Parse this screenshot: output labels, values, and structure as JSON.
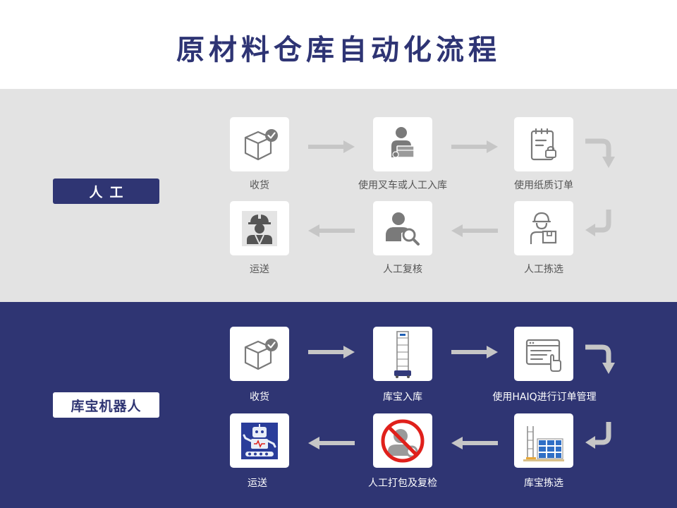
{
  "title": "原材料仓库自动化流程",
  "manual": {
    "badge": "人工",
    "steps": [
      {
        "label": "收货",
        "icon": "box-check-icon"
      },
      {
        "label": "使用叉车或人工入库",
        "icon": "worker-carry-box-icon"
      },
      {
        "label": "使用纸质订单",
        "icon": "paper-clipboard-icon"
      },
      {
        "label": "人工拣选",
        "icon": "worker-picking-icon"
      },
      {
        "label": "人工复核",
        "icon": "person-magnifier-icon"
      },
      {
        "label": "运送",
        "icon": "construction-worker-icon"
      }
    ]
  },
  "robot": {
    "badge": "库宝机器人",
    "steps": [
      {
        "label": "收货",
        "icon": "box-check-icon"
      },
      {
        "label": "库宝入库",
        "icon": "haipick-robot-icon"
      },
      {
        "label": "使用HAIQ进行订单管理",
        "icon": "browser-click-icon"
      },
      {
        "label": "库宝拣选",
        "icon": "robot-shelves-icon"
      },
      {
        "label": "人工打包及复检",
        "icon": "no-person-icon"
      },
      {
        "label": "运送",
        "icon": "robot-conveyor-icon"
      }
    ]
  },
  "colors": {
    "navy": "#2f3573",
    "grey_band": "#e3e3e3",
    "arrow": "#c6c6c6",
    "icon_grey": "#7a7a7a",
    "no_sign_red": "#e0201b"
  }
}
